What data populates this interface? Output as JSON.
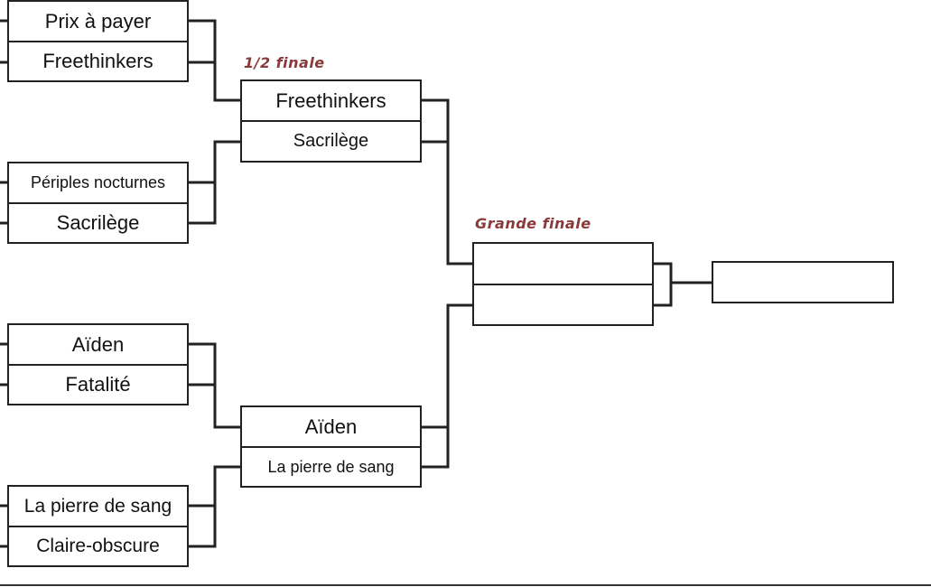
{
  "labels": {
    "semi_final": "1/2 finale",
    "grand_final": "Grande finale"
  },
  "round1": {
    "match1": {
      "top": "Prix à payer",
      "bottom": "Freethinkers"
    },
    "match2": {
      "top": "Périples nocturnes",
      "bottom": "Sacrilège"
    },
    "match3": {
      "top": "Aïden",
      "bottom": "Fatalité"
    },
    "match4": {
      "top": "La pierre de sang",
      "bottom": "Claire-obscure"
    }
  },
  "semifinals": {
    "match1": {
      "top": "Freethinkers",
      "bottom": "Sacrilège"
    },
    "match2": {
      "top": "Aïden",
      "bottom": "La pierre de sang"
    }
  },
  "final": {
    "top": "",
    "bottom": ""
  },
  "winner": "",
  "colors": {
    "line": "#222222",
    "label": "#8a3a3a"
  }
}
